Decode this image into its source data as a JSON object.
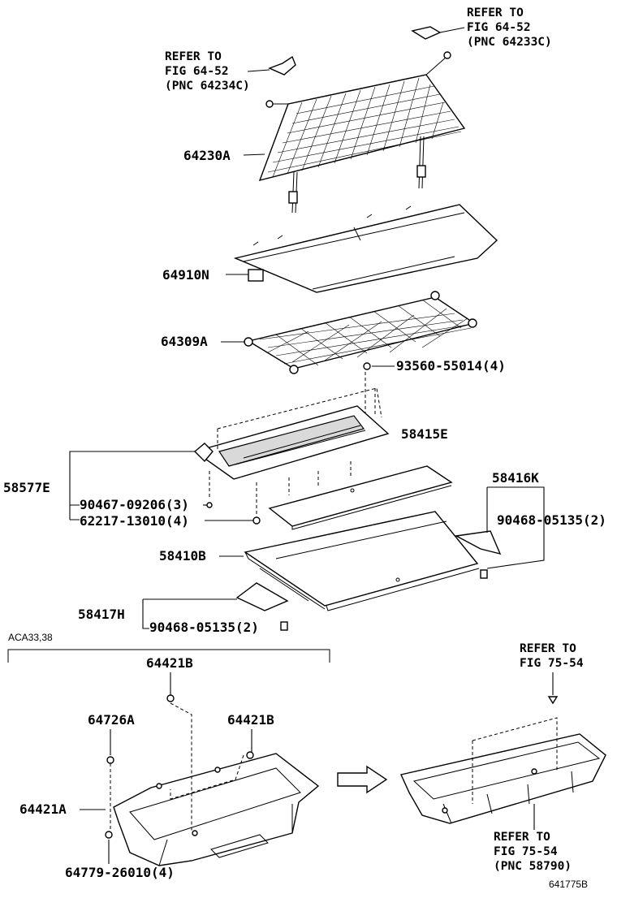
{
  "labels": {
    "p64230a": "64230A",
    "p64910n": "64910N",
    "p64309a": "64309A",
    "p93560": "93560-55014(4)",
    "p58415e": "58415E",
    "p58577e": "58577E",
    "p90467": "90467-09206(3)",
    "p62217": "62217-13010(4)",
    "p58416k": "58416K",
    "p90468a": "90468-05135(2)",
    "p58410b": "58410B",
    "p58417h": "58417H",
    "p90468b": "90468-05135(2)",
    "variant": "ACA33,38",
    "p64421b_top": "64421B",
    "p64726a": "64726A",
    "p64421b_right": "64421B",
    "p64421a": "64421A",
    "p64779": "64779-26010(4)",
    "figure_id": "641775B"
  },
  "refs": {
    "top_right": [
      "REFER TO",
      "FIG 64-52",
      "(PNC 64233C)"
    ],
    "top_left": [
      "REFER TO",
      "FIG 64-52",
      "(PNC 64234C)"
    ],
    "lower_right_top": [
      "REFER TO",
      "FIG 75-54"
    ],
    "lower_right_bottom": [
      "REFER TO",
      "FIG 75-54",
      "(PNC 58790)"
    ]
  }
}
